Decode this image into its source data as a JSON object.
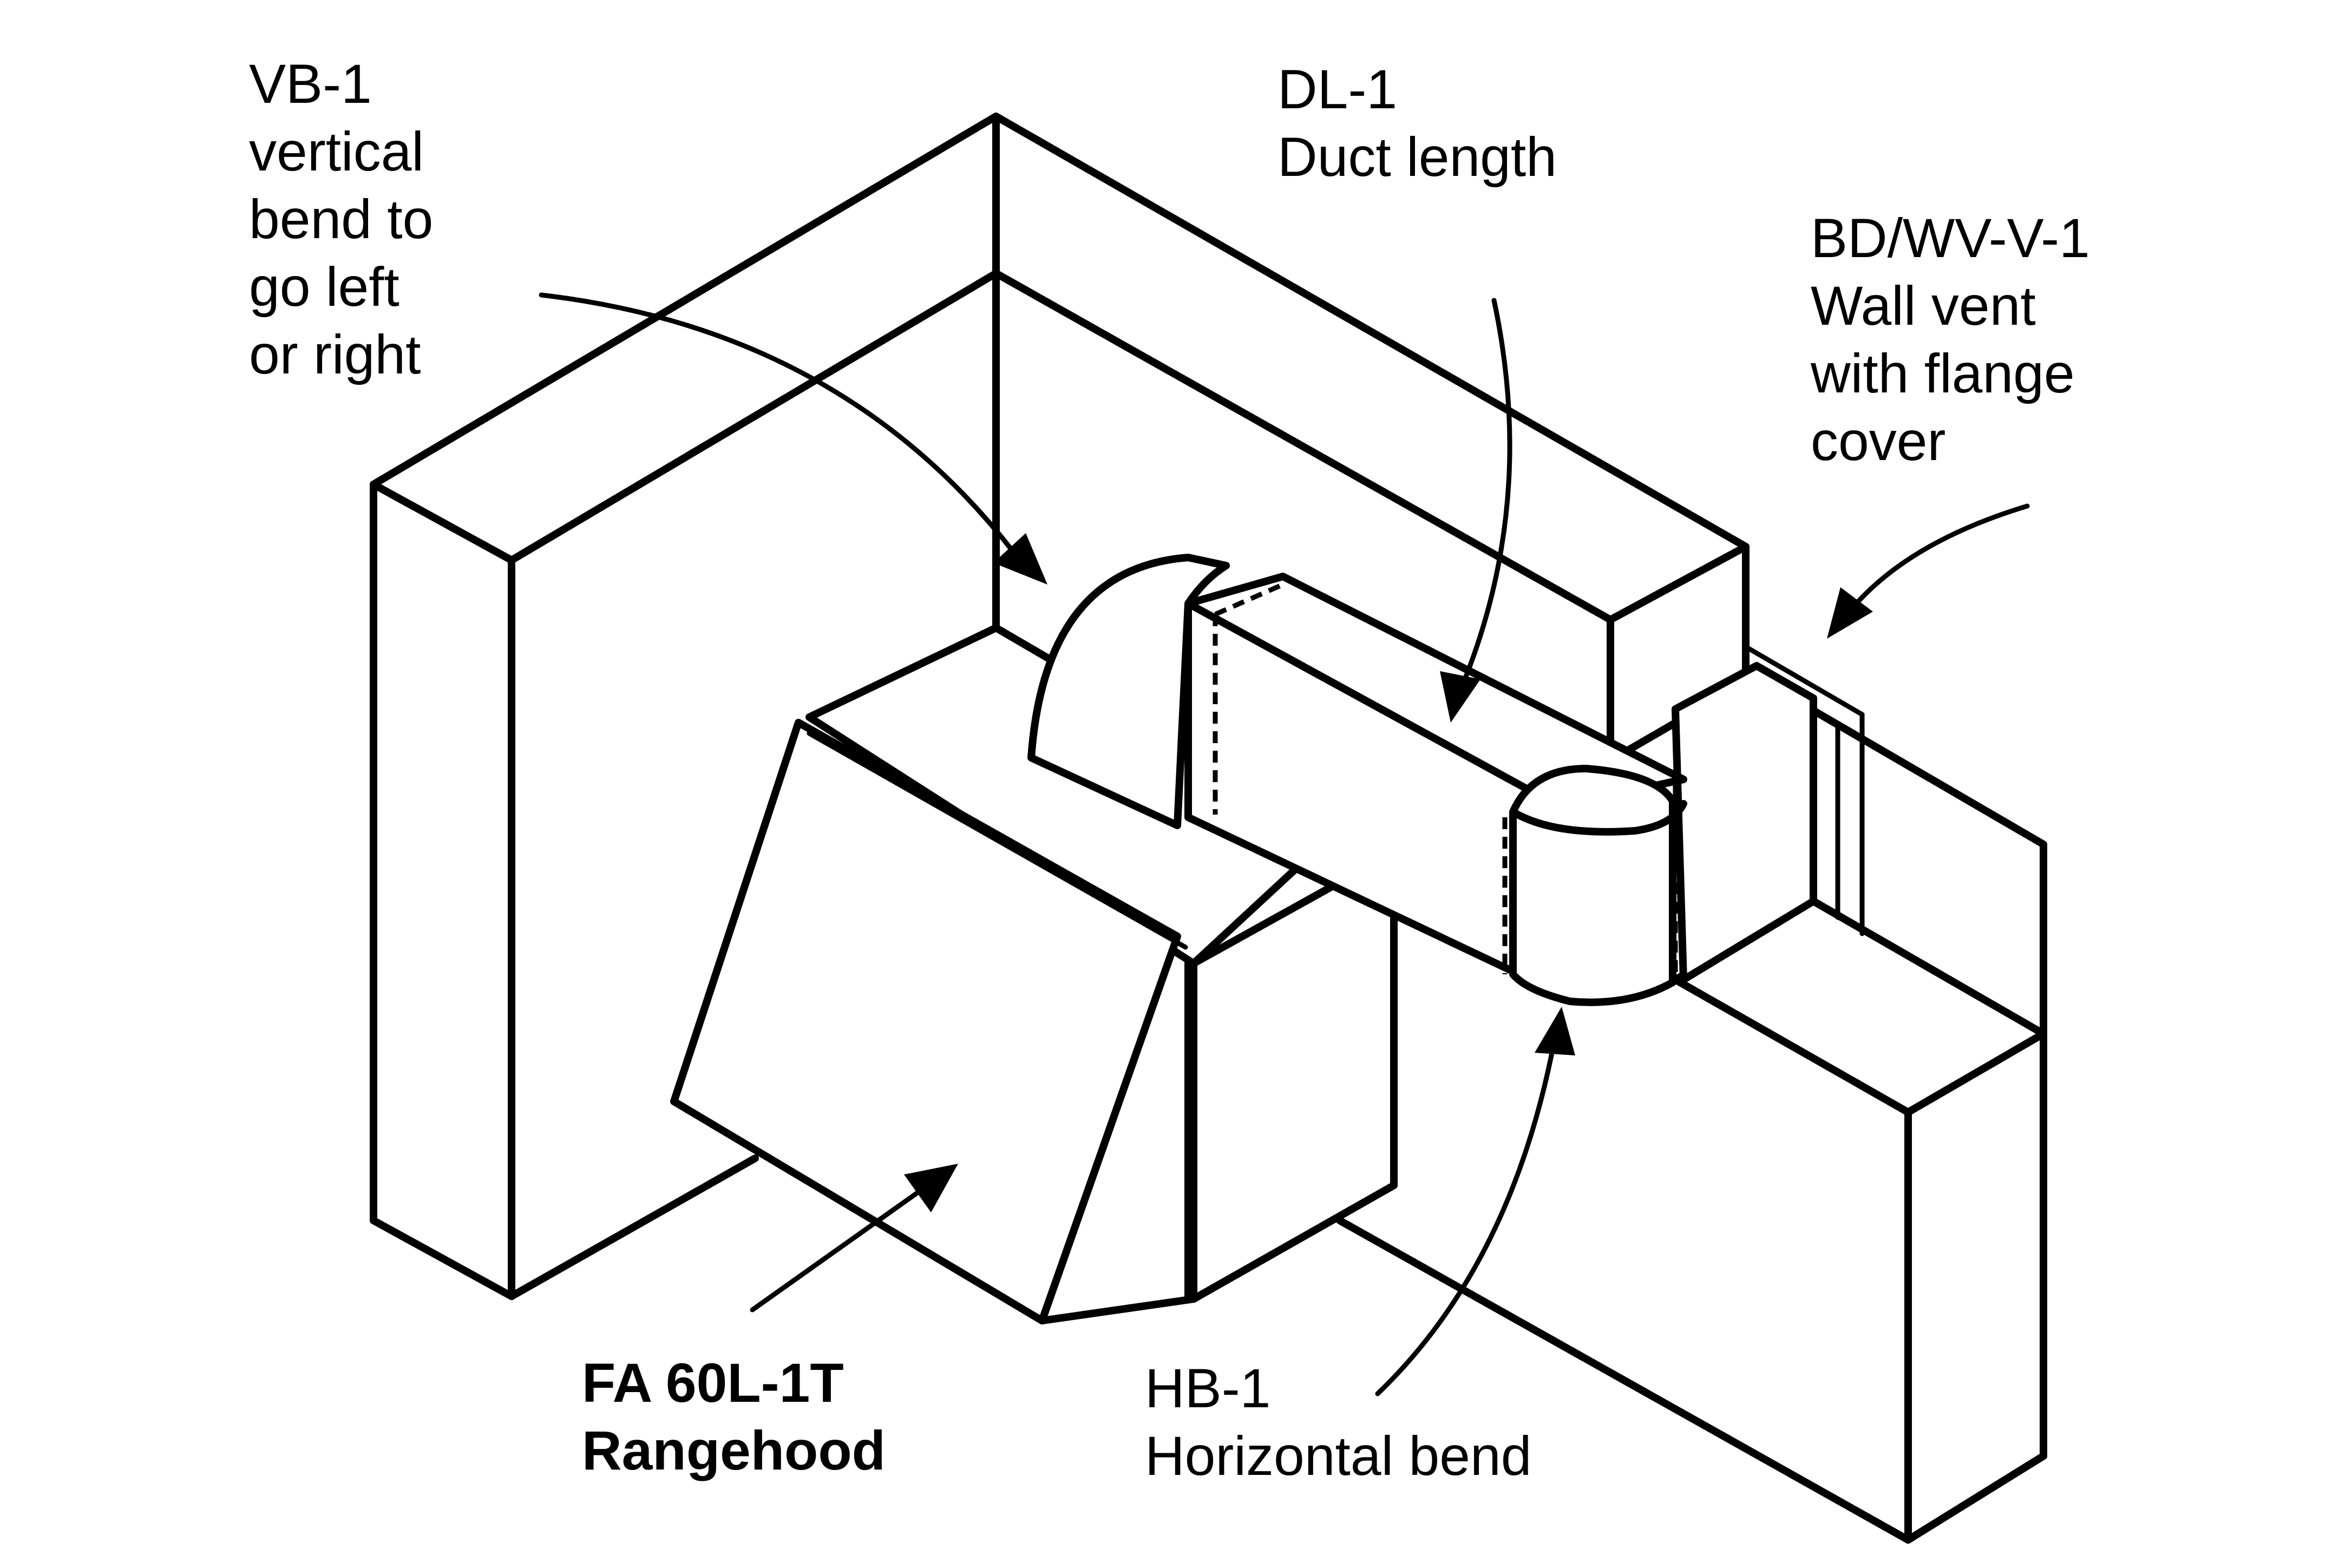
{
  "labels": {
    "vb1": [
      "VB-1",
      "vertical",
      "bend to",
      "go left",
      "or right"
    ],
    "dl1": [
      "DL-1",
      "Duct length"
    ],
    "bdwv": [
      "BD/WV-V-1",
      "Wall vent",
      "with flange",
      "cover"
    ],
    "fa60": [
      "FA 60L-1T",
      "Rangehood"
    ],
    "hb1": [
      "HB-1",
      "Horizontal bend"
    ]
  }
}
